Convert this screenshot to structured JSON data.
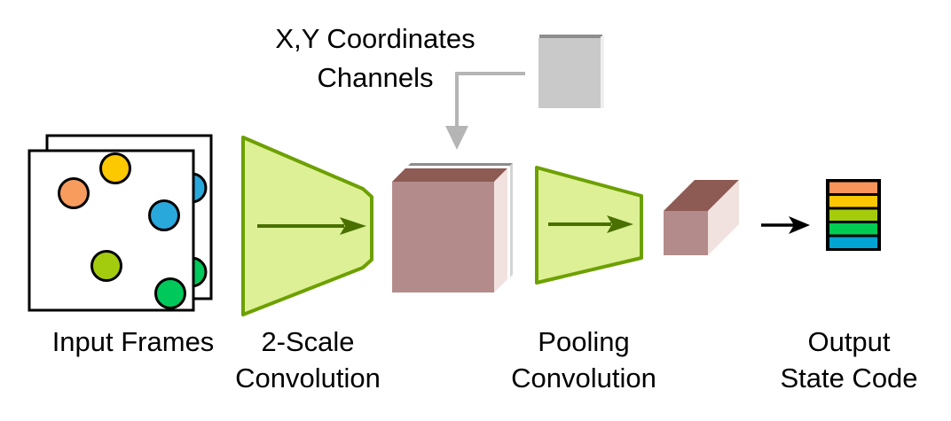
{
  "figure_labels": {
    "coords_line1": "X,Y Coordinates",
    "coords_line2": "Channels",
    "input_frames": "Input Frames",
    "conv1_line1": "2-Scale",
    "conv1_line2": "Convolution",
    "pool_line1": "Pooling",
    "pool_line2": "Convolution",
    "output_line1": "Output",
    "output_line2": "State Code"
  },
  "input_frames": {
    "frame_count": 2,
    "front_circle_colors": [
      "yellow",
      "orange",
      "blue",
      "yellow-green",
      "green"
    ],
    "back_circle_colors": [
      "blue",
      "green"
    ]
  },
  "output_code": {
    "bar_colors_top_to_bottom": [
      "orange",
      "yellow",
      "yellow-green",
      "green",
      "blue"
    ]
  },
  "colors": {
    "trapezoid_fill": "#ddf096",
    "trapezoid_stroke": "#6da000",
    "conv_arrow": "#4a7000",
    "cube_front": "#b38b8b",
    "cube_top": "#8d5a54",
    "cube_right": "#f2e2df",
    "slab_gray_top": "#8d8d8d",
    "slab_gray_right": "#d5d5d5",
    "slab_white": "#fdfdfd",
    "gray_square": "#c9c9c9",
    "gray_square_top": "#8d8d8d",
    "gray_square_right": "#efefef",
    "gray_arrow": "#b5b5b5",
    "circle_orange": "#f89c5e",
    "circle_yellow": "#fcc800",
    "circle_blue": "#29a8dc",
    "circle_yellowgreen": "#a4cc0e",
    "circle_green": "#00c85a",
    "bar_orange": "#f9945b",
    "bar_yellow": "#fdc700",
    "bar_yellowgreen": "#a4cc0a",
    "bar_green": "#00cc53",
    "bar_blue": "#00a4d3"
  }
}
